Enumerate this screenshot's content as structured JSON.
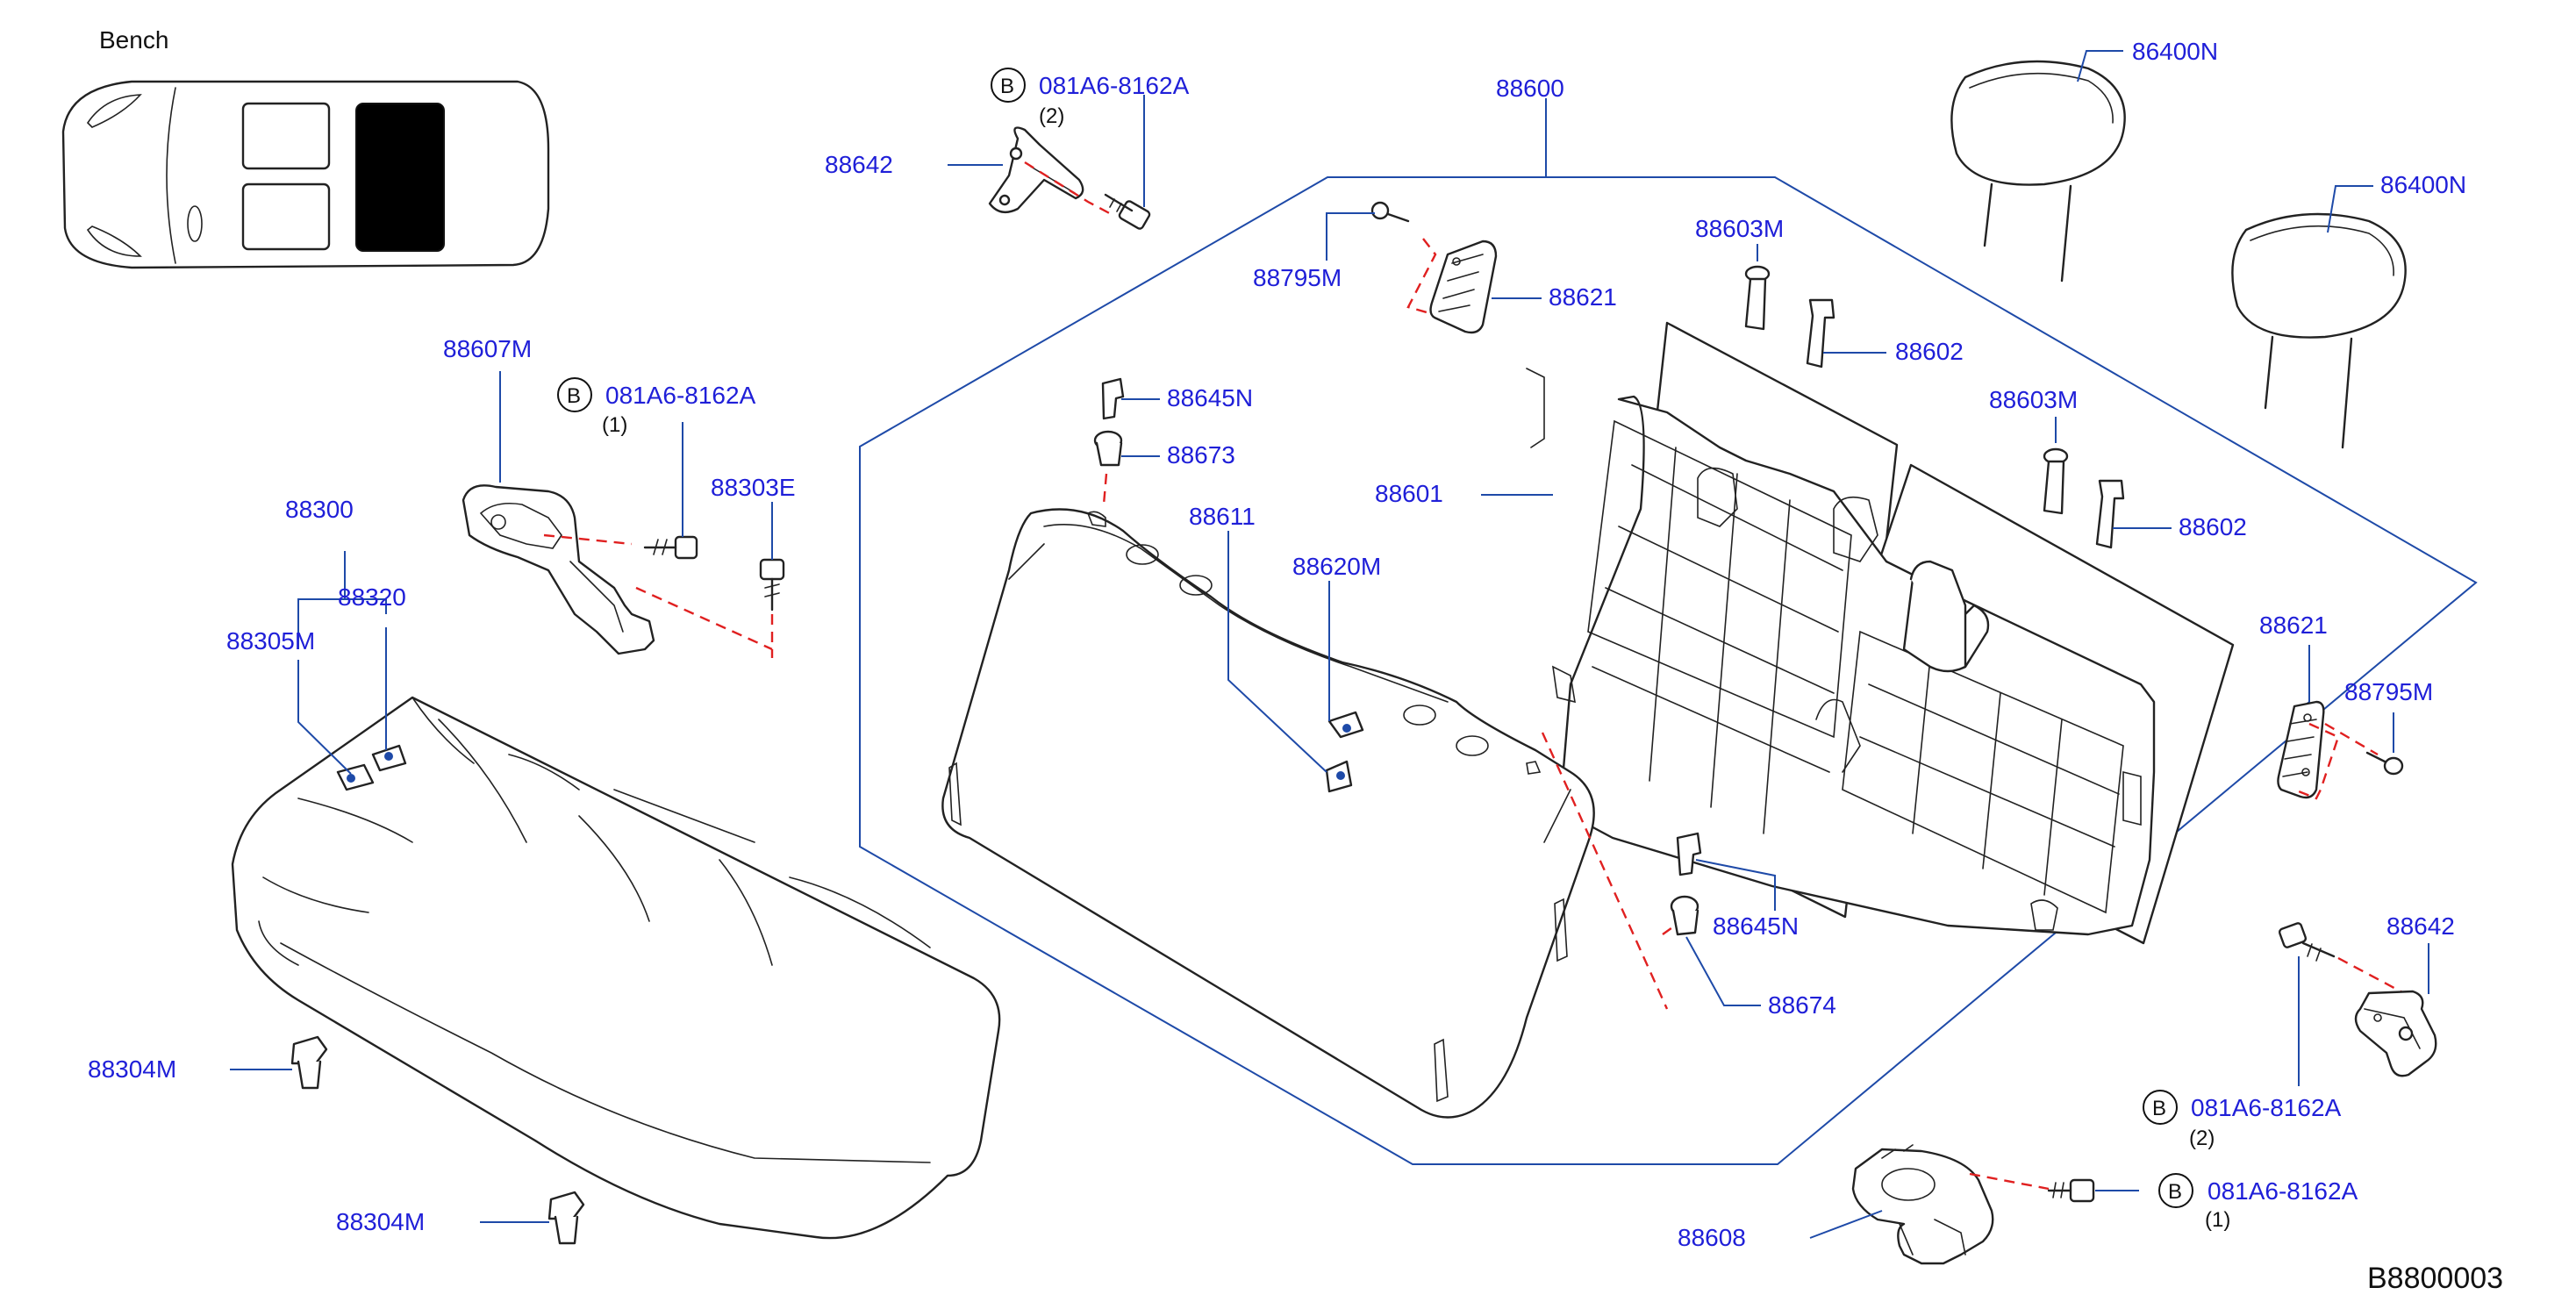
{
  "figure": {
    "view_label": "Bench",
    "reference_code": "B8800003",
    "bolt_marker": "B"
  },
  "callouts": {
    "p86400n_a": "86400N",
    "p86400n_b": "86400N",
    "p88600": "88600",
    "p081a6_top": "081A6-8162A",
    "p081a6_top_qty": "(2)",
    "p88642_top": "88642",
    "p88795m_top": "88795M",
    "p88621_top": "88621",
    "p88603m_a": "88603M",
    "p88602_a": "88602",
    "p88603m_b": "88603M",
    "p88602_b": "88602",
    "p88607m": "88607M",
    "p081a6_left": "081A6-8162A",
    "p081a6_left_qty": "(1)",
    "p88303e": "88303E",
    "p88645n_a": "88645N",
    "p88673": "88673",
    "p88601": "88601",
    "p88300": "88300",
    "p88320": "88320",
    "p88305m": "88305M",
    "p88611": "88611",
    "p88620m": "88620M",
    "p88621_right": "88621",
    "p88795m_right": "88795M",
    "p88645n_b": "88645N",
    "p88674": "88674",
    "p88642_right": "88642",
    "p081a6_right": "081A6-8162A",
    "p081a6_right_qty": "(2)",
    "p88304m_a": "88304M",
    "p88304m_b": "88304M",
    "p88608": "88608",
    "p081a6_bottom": "081A6-8162A",
    "p081a6_bottom_qty": "(1)"
  },
  "colors": {
    "label_text": "#1f1fd8",
    "leader_line": "#1e4aa8",
    "dashed_guide": "#e02020",
    "outline": "#222222",
    "highlight_section": "#000000"
  }
}
